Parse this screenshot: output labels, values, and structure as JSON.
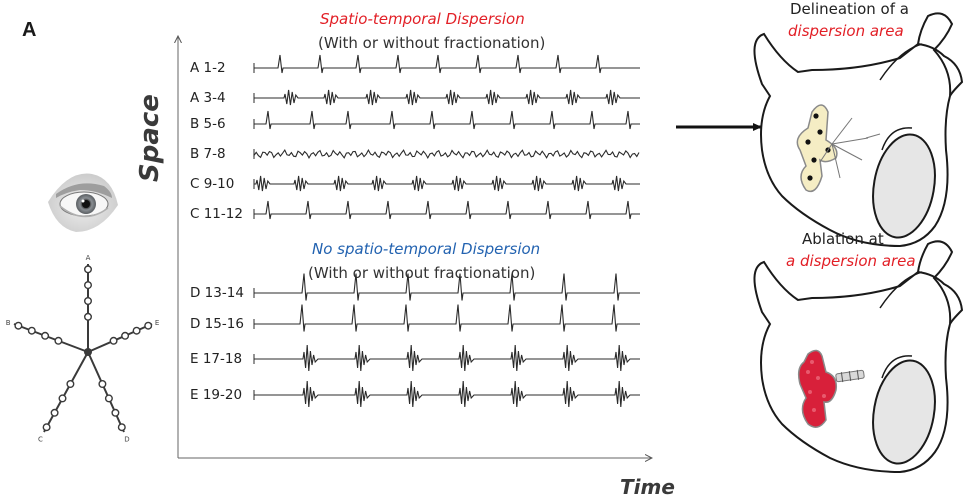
{
  "panel_label": "A",
  "axes": {
    "y_label": "Space",
    "x_label": "Time"
  },
  "dispersion_group": {
    "title": "Spatio-temporal Dispersion",
    "subtitle": "(With or without fractionation)",
    "title_color": "#e21f26",
    "channels": [
      {
        "label": "A 1-2",
        "pattern": "sharp"
      },
      {
        "label": "A 3-4",
        "pattern": "fractionated"
      },
      {
        "label": "B 5-6",
        "pattern": "sharp"
      },
      {
        "label": "B 7-8",
        "pattern": "continuous"
      },
      {
        "label": "C 9-10",
        "pattern": "fractionated"
      },
      {
        "label": "C 11-12",
        "pattern": "sharp"
      }
    ]
  },
  "no_dispersion_group": {
    "title": "No spatio-temporal Dispersion",
    "subtitle": "(With or without fractionation)",
    "title_color": "#2262b0",
    "channels": [
      {
        "label": "D 13-14",
        "pattern": "sharp"
      },
      {
        "label": "D 15-16",
        "pattern": "sharp"
      },
      {
        "label": "E 17-18",
        "pattern": "burst"
      },
      {
        "label": "E 19-20",
        "pattern": "burst"
      }
    ]
  },
  "heart_top": {
    "caption_line1": "Delineation of a",
    "caption_line2": "dispersion area"
  },
  "heart_bottom": {
    "caption_line1": "Ablation at",
    "caption_line2": "a dispersion area"
  },
  "catheter": {
    "spline_letters": [
      "A",
      "B",
      "C",
      "D",
      "E"
    ]
  },
  "colors": {
    "red": "#e21f26",
    "blue": "#2262b0",
    "ablation": "#d8203a",
    "dispersion_area": "#f5edc4"
  }
}
